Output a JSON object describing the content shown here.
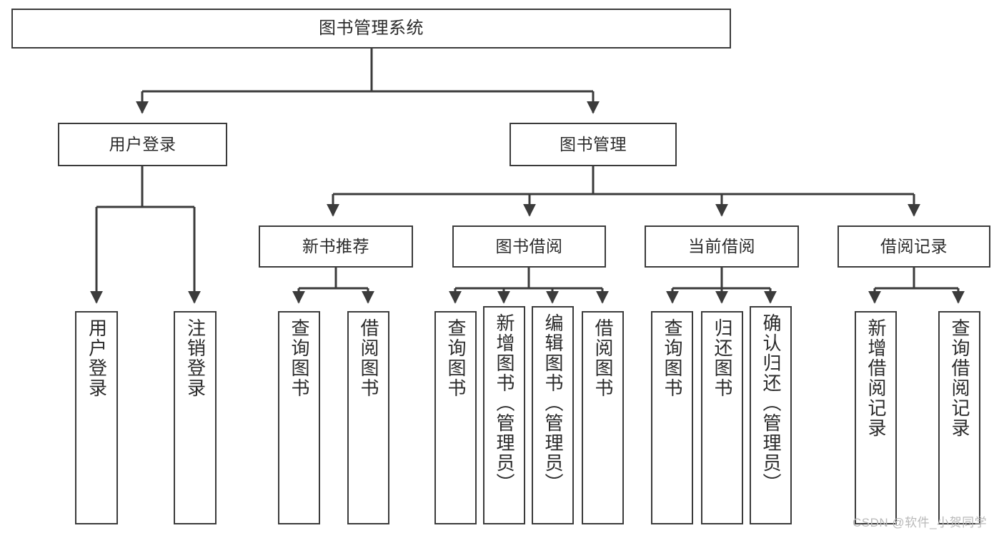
{
  "diagram": {
    "title": "图书管理系统",
    "type": "function-hierarchy-tree",
    "root": {
      "id": "root",
      "label": "图书管理系统"
    },
    "level2": [
      {
        "id": "user-login",
        "label": "用户登录"
      },
      {
        "id": "book-management",
        "label": "图书管理"
      }
    ],
    "level3": [
      {
        "id": "new-book-recommend",
        "label": "新书推荐",
        "parent": "book-management"
      },
      {
        "id": "book-borrow",
        "label": "图书借阅",
        "parent": "book-management"
      },
      {
        "id": "current-borrow",
        "label": "当前借阅",
        "parent": "book-management"
      },
      {
        "id": "borrow-record",
        "label": "借阅记录",
        "parent": "book-management"
      }
    ],
    "leaves": [
      {
        "id": "leaf-user-login",
        "label": "用户登录",
        "parent": "user-login"
      },
      {
        "id": "leaf-user-logout",
        "label": "注销登录",
        "parent": "user-login"
      },
      {
        "id": "leaf-query-book-1",
        "label": "查询图书",
        "parent": "new-book-recommend"
      },
      {
        "id": "leaf-borrow-book-1",
        "label": "借阅图书",
        "parent": "new-book-recommend"
      },
      {
        "id": "leaf-query-book-2",
        "label": "查询图书",
        "parent": "book-borrow"
      },
      {
        "id": "leaf-add-book",
        "label": "新增图书（管理员）",
        "parent": "book-borrow"
      },
      {
        "id": "leaf-edit-book",
        "label": "编辑图书（管理员）",
        "parent": "book-borrow"
      },
      {
        "id": "leaf-borrow-book-2",
        "label": "借阅图书",
        "parent": "book-borrow"
      },
      {
        "id": "leaf-query-book-3",
        "label": "查询图书",
        "parent": "current-borrow"
      },
      {
        "id": "leaf-return-book",
        "label": "归还图书",
        "parent": "current-borrow"
      },
      {
        "id": "leaf-confirm-return",
        "label": "确认归还（管理员）",
        "parent": "current-borrow"
      },
      {
        "id": "leaf-add-record",
        "label": "新增借阅记录",
        "parent": "borrow-record"
      },
      {
        "id": "leaf-query-record",
        "label": "查询借阅记录",
        "parent": "borrow-record"
      }
    ],
    "colors": {
      "stroke": "#3b3b3b",
      "text": "#2b2b2b",
      "background": "#ffffff",
      "watermark": "#b9b9b9"
    }
  },
  "watermark": {
    "text": "CSDN @软件_小贺同学"
  }
}
